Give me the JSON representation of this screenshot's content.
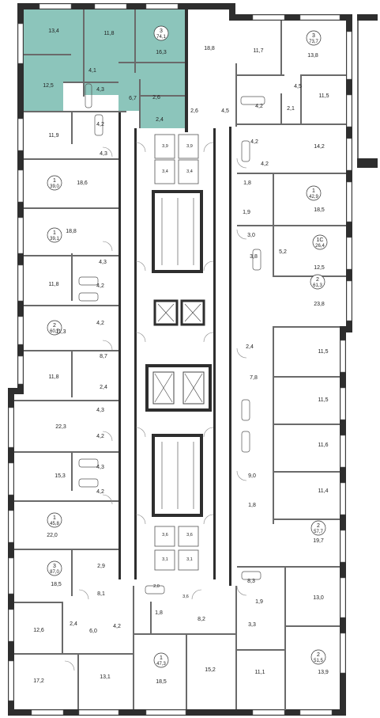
{
  "colors": {
    "highlight": "#8cc5bb",
    "wall": "#2e2e2e",
    "background": "#ffffff"
  },
  "rooms": [
    "13,4",
    "11,8",
    "16,3",
    "12,5",
    "4,1",
    "4,3",
    "6,7",
    "2,6",
    "2,4",
    "18,8",
    "11,7",
    "13,8",
    "4,5",
    "4,2",
    "2,1",
    "11,5",
    "2,6",
    "4,5",
    "11,9",
    "4,2",
    "4,3",
    "3,9",
    "3,9",
    "3,4",
    "3,4",
    "4,2",
    "14,2",
    "4,2",
    "18,6",
    "1,8",
    "18,5",
    "1,9",
    "18,8",
    "3,0",
    "3,8",
    "5,2",
    "12,5",
    "4,3",
    "11,8",
    "4,2",
    "23,8",
    "11,3",
    "4,2",
    "2,4",
    "11,5",
    "8,7",
    "11,8",
    "7,8",
    "2,4",
    "11,5",
    "4,3",
    "22,3",
    "4,2",
    "11,6",
    "15,3",
    "4,3",
    "4,2",
    "9,0",
    "11,4",
    "1,8",
    "3,6",
    "3,6",
    "22,0",
    "19,7",
    "3,1",
    "3,1",
    "2,9",
    "8,3",
    "13,0",
    "18,5",
    "8,1",
    "2,0",
    "1,9",
    "3,6",
    "3,3",
    "12,6",
    "2,4",
    "6,0",
    "4,2",
    "8,2",
    "1,8",
    "17,2",
    "13,1",
    "18,5",
    "15,2",
    "11,1",
    "13,9"
  ],
  "apartments": [
    {
      "rooms": "3",
      "area": "74,1"
    },
    {
      "rooms": "3",
      "area": "73,7"
    },
    {
      "rooms": "1",
      "area": "39,0"
    },
    {
      "rooms": "1",
      "area": "42,9"
    },
    {
      "rooms": "1",
      "area": "39,1"
    },
    {
      "rooms": "1С",
      "area": "26,4"
    },
    {
      "rooms": "2",
      "area": "61,3"
    },
    {
      "rooms": "2",
      "area": "60,7"
    },
    {
      "rooms": "1",
      "area": "45,8"
    },
    {
      "rooms": "2",
      "area": "57,7"
    },
    {
      "rooms": "3",
      "area": "87,0"
    },
    {
      "rooms": "2",
      "area": "51,5"
    },
    {
      "rooms": "1",
      "area": "47,3"
    }
  ]
}
